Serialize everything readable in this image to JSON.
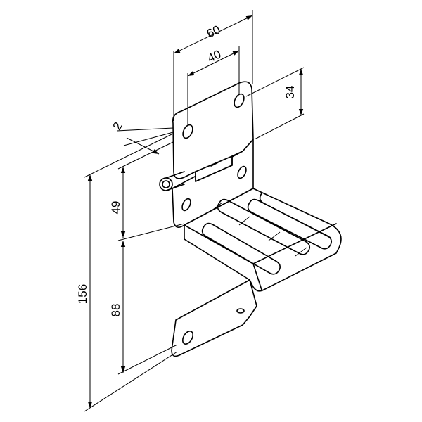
{
  "dimensions": {
    "width_top": "60",
    "hole_spacing": "40",
    "top_height": "34",
    "thickness": "2",
    "upper_height": "49",
    "lower_height": "88",
    "total_height": "156"
  },
  "colors": {
    "line": "#000000",
    "background": "#ffffff"
  }
}
